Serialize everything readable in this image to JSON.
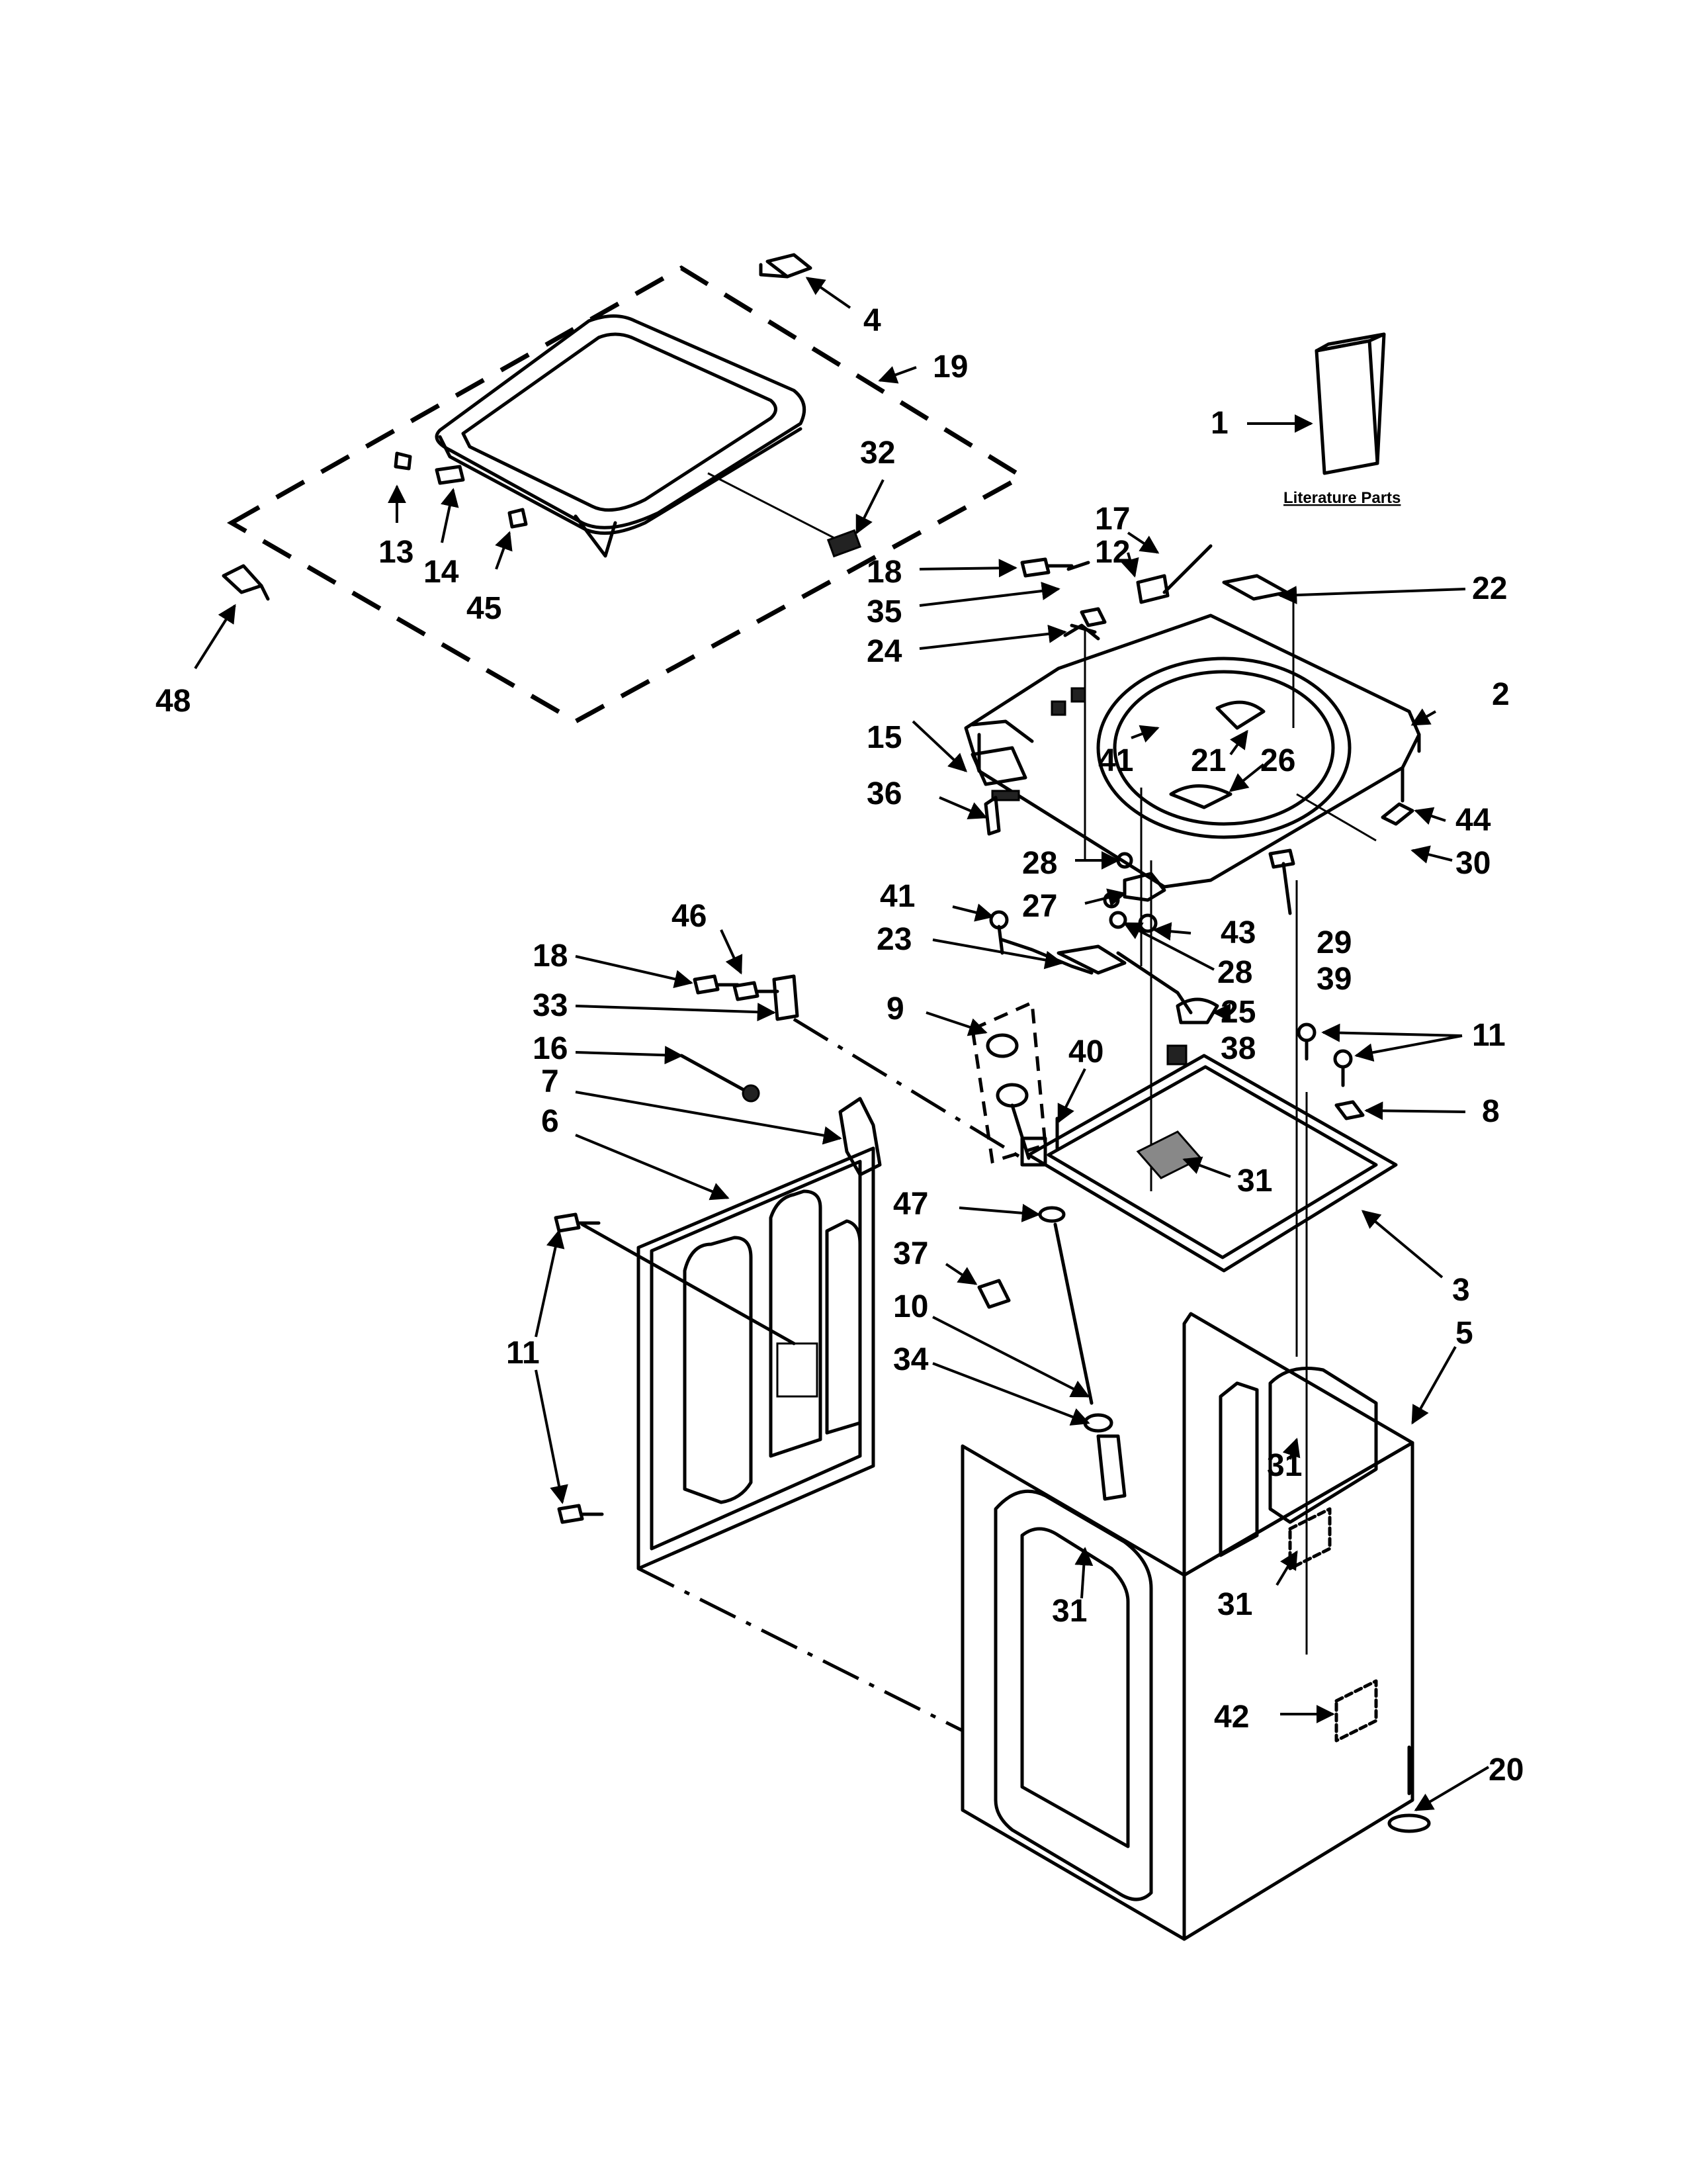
{
  "literature": {
    "label": "Literature Parts"
  },
  "callouts": {
    "c1": "1",
    "c2": "2",
    "c3": "3",
    "c4": "4",
    "c5": "5",
    "c6": "6",
    "c7": "7",
    "c8": "8",
    "c9": "9",
    "c10": "10",
    "c11_top": "11",
    "c11_left": "11",
    "c12": "12",
    "c13": "13",
    "c14": "14",
    "c15": "15",
    "c16": "16",
    "c17": "17",
    "c18_top": "18",
    "c18_left": "18",
    "c19": "19",
    "c20": "20",
    "c21": "21",
    "c22": "22",
    "c23": "23",
    "c24": "24",
    "c25": "25",
    "c26": "26",
    "c27": "27",
    "c28_a": "28",
    "c28_b": "28",
    "c29": "29",
    "c30": "30",
    "c31_base": "31",
    "c31_back": "31",
    "c31_side": "31",
    "c31_front": "31",
    "c32": "32",
    "c33": "33",
    "c34": "34",
    "c35": "35",
    "c36": "36",
    "c37": "37",
    "c38": "38",
    "c39": "39",
    "c40": "40",
    "c41_a": "41",
    "c41_b": "41",
    "c42": "42",
    "c43": "43",
    "c44": "44",
    "c45": "45",
    "c46": "46",
    "c47": "47",
    "c48": "48"
  }
}
